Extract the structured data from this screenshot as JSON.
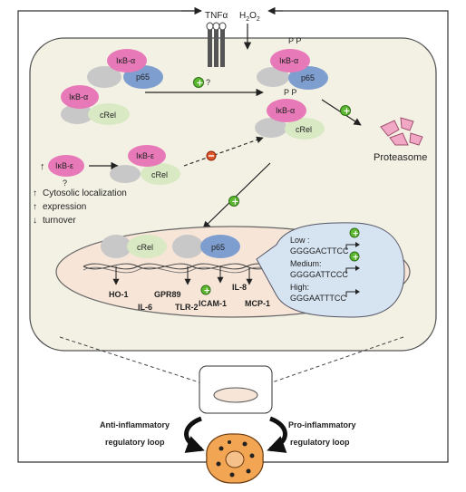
{
  "top": {
    "tnf_label": "TNFα",
    "h2o2_label": "H",
    "h2o2_sub1": "2",
    "h2o2_o": "O",
    "h2o2_sub2": "2"
  },
  "complexes": {
    "c1": {
      "ikb": "IκB-α",
      "partner": "p65"
    },
    "c2": {
      "ikb": "IκB-α",
      "partner": "cRel"
    },
    "c3": {
      "ikb": "IκB-ε",
      "partner": "cRel"
    },
    "phos1": {
      "ikb": "IκB-α",
      "partner": "p65",
      "p": "P P"
    },
    "phos2": {
      "ikb": "IκB-α",
      "partner": "cRel",
      "p": "P P"
    },
    "epsilon_free": "IκB-ε",
    "plus_question": "?",
    "epsilon_question": "?"
  },
  "proteasome_label": "Proteasome",
  "epsilon_notes": [
    {
      "arrow": "↑",
      "text": "Cytosolic localization"
    },
    {
      "arrow": "↑",
      "text": "expression"
    },
    {
      "arrow": "↓",
      "text": "turnover"
    }
  ],
  "nucleus": {
    "dimer_left_label": "cRel",
    "dimer_right_label": "p65",
    "genes": [
      "HO-1",
      "IL-6",
      "GPR89",
      "TLR-2",
      "ICAM-1",
      "IL-8",
      "MCP-1"
    ],
    "affinity": [
      {
        "level": "Low :",
        "sequence": "GGGGACTTCC"
      },
      {
        "level": "Medium:",
        "sequence": "GGGGATTCCC"
      },
      {
        "level": "High:",
        "sequence": "GGGAATTTCC"
      }
    ]
  },
  "loops": {
    "left": [
      "Anti-inflammatory",
      "regulatory loop"
    ],
    "right": [
      "Pro-inflammatory",
      "regulatory loop"
    ]
  },
  "colors": {
    "ikb": "#e879b8",
    "p65": "#7f9ed0",
    "crel": "#d9e9c4",
    "grey_subunit": "#c8c8c8",
    "cell_fill": "#f3f1e4",
    "nucleus_fill": "#f7e5d7",
    "bubble_fill": "#d6e4f2",
    "plus_fill": "#5cb82e",
    "minus_fill": "#e0542a",
    "macrophage": "#f2a552"
  },
  "icons": [
    "receptor-icon",
    "plus-icon",
    "minus-icon",
    "proteasome-icon",
    "dna-icon",
    "macrophage-icon",
    "loop-arrow-icon"
  ]
}
